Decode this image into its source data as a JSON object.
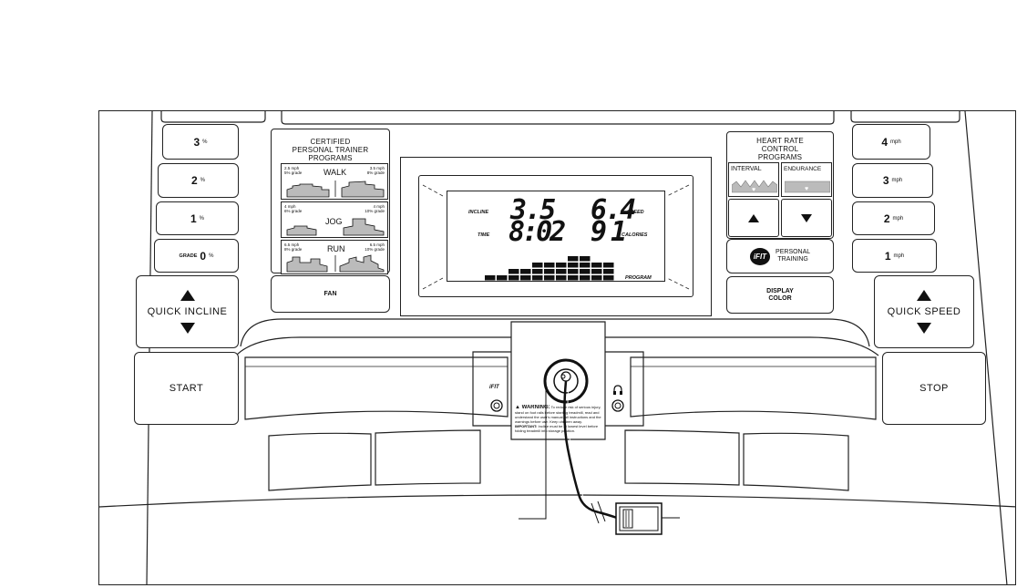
{
  "incline_keys": [
    {
      "value": "3",
      "unit": "%"
    },
    {
      "value": "2",
      "unit": "%"
    },
    {
      "value": "1",
      "unit": "%"
    },
    {
      "prefix": "GRADE",
      "value": "0",
      "unit": "%"
    }
  ],
  "speed_keys": [
    {
      "value": "4",
      "unit": "mph"
    },
    {
      "value": "3",
      "unit": "mph"
    },
    {
      "value": "2",
      "unit": "mph"
    },
    {
      "value": "1",
      "unit": "mph"
    }
  ],
  "quick_incline_label": "QUICK INCLINE",
  "quick_speed_label": "QUICK SPEED",
  "start_label": "START",
  "stop_label": "STOP",
  "trainer": {
    "title_line1": "CERTIFIED",
    "title_line2": "PERSONAL TRAINER",
    "title_line3": "PROGRAMS",
    "walk": "WALK",
    "jog": "JOG",
    "run": "RUN",
    "walk_left": "2.5 mph\n5% grade",
    "walk_right": "3.5 mph\n8% grade",
    "jog_left": "4 mph\n6% grade",
    "jog_right": "4 mph\n10% grade",
    "run_left": "6.5 mph\n8% grade",
    "run_right": "6.5 mph\n10% grade",
    "fan_label": "FAN"
  },
  "heart_rate": {
    "title_line1": "HEART RATE",
    "title_line2": "CONTROL",
    "title_line3": "PROGRAMS",
    "interval": "INTERVAL",
    "endurance": "ENDURANCE"
  },
  "ifit": {
    "logo": "iFIT",
    "label_line1": "PERSONAL",
    "label_line2": "TRAINING"
  },
  "display_color": {
    "line1": "DISPLAY",
    "line2": "COLOR"
  },
  "display": {
    "incline_label": "INCLINE",
    "incline_value": "3.5",
    "speed_value": "6.4",
    "speed_label": "SPEED",
    "time_label": "TIME",
    "time_value": "8:02",
    "calories_value": "91",
    "calories_label": "CALORIES",
    "program_label": "PROGRAM",
    "profile": [
      1,
      1,
      2,
      2,
      3,
      3,
      3,
      4,
      4,
      3,
      3
    ]
  },
  "warning": {
    "head": "WARNING:",
    "body": "To reduce risk of serious injury, stand on foot rails before starting treadmill, read and understand the user's manual, all instructions and the warnings before use. Keep children away.",
    "important_head": "IMPORTANT:",
    "important_body": "Incline must be at lowest level before folding treadmill into storage position."
  }
}
